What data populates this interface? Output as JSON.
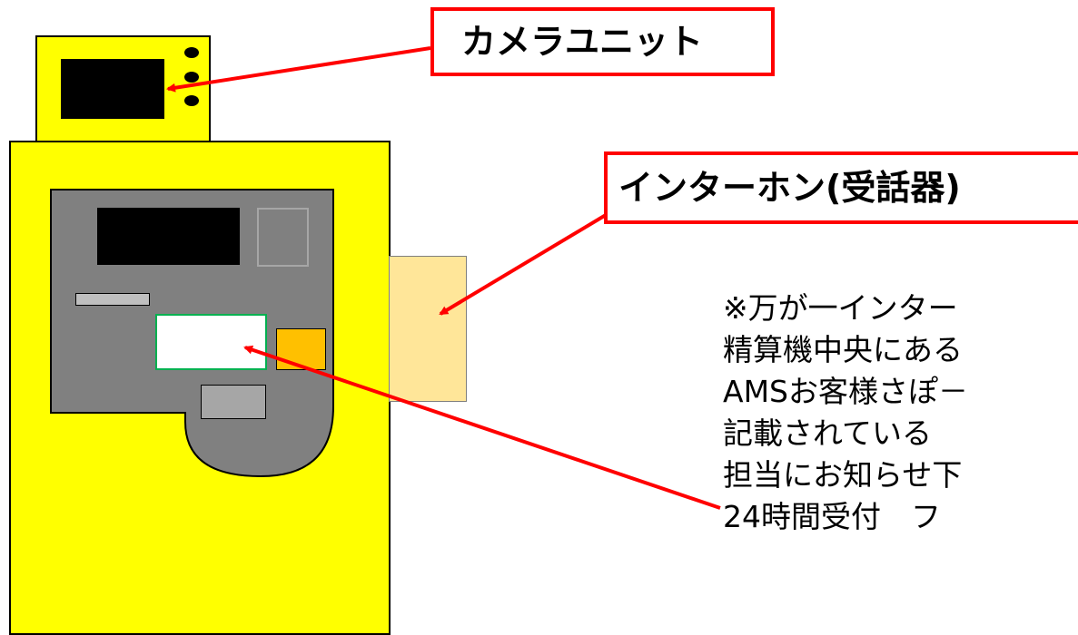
{
  "callouts": {
    "camera_unit": "カメラユニット",
    "intercom": "インターホン(受話器)"
  },
  "note": {
    "lines": [
      "※万が一インター",
      "精算機中央にある",
      "AMSお客様さぽ－",
      "記載されている",
      "担当にお知らせ下",
      "24時間受付　フ"
    ]
  },
  "colors": {
    "machine_body": "#ffff00",
    "control_panel": "#808080",
    "handset": "#ffe699",
    "callout_border": "#ff0000",
    "arrow": "#ff0000",
    "support_label_border": "#00b050",
    "orange_button": "#ffc000"
  }
}
